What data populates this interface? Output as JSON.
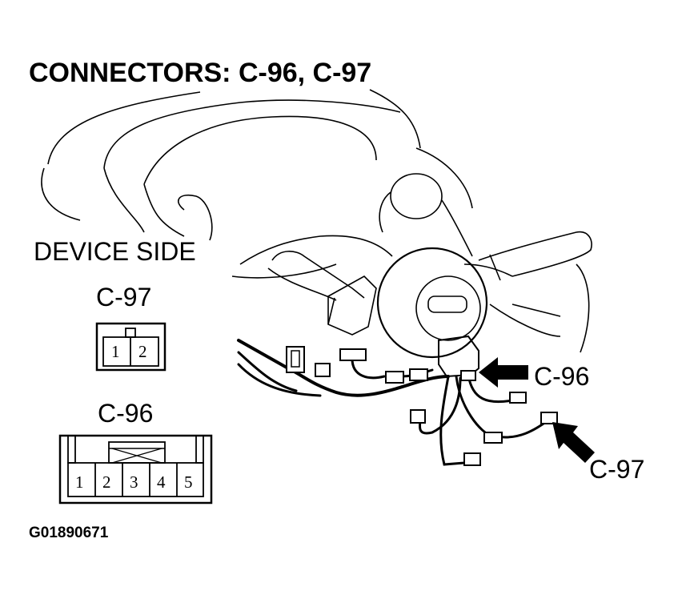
{
  "title": "CONNECTORS: C-96, C-97",
  "device_side_label": "DEVICE SIDE",
  "connector_c97": {
    "label": "C-97",
    "pins": [
      "1",
      "2"
    ]
  },
  "connector_c96": {
    "label": "C-96",
    "pins": [
      "1",
      "2",
      "3",
      "4",
      "5"
    ]
  },
  "callouts": {
    "c96": "C-96",
    "c97": "C-97"
  },
  "figure_code": "G01890671"
}
